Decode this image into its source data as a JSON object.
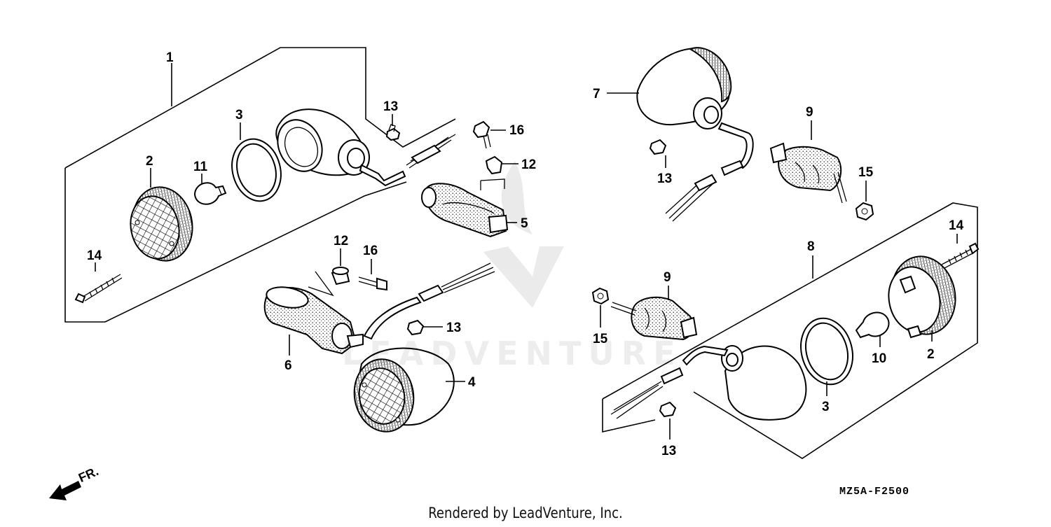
{
  "diagram": {
    "callouts": {
      "c1": "1",
      "c2a": "2",
      "c3a": "3",
      "c11": "11",
      "c14a": "14",
      "c13a": "13",
      "c16a": "16",
      "c12a": "12",
      "c5": "5",
      "c12b": "12",
      "c16b": "16",
      "c13b": "13",
      "c6": "6",
      "c4": "4",
      "c7": "7",
      "c9a": "9",
      "c13c": "13",
      "c15a": "15",
      "c8": "8",
      "c14b": "14",
      "c9b": "9",
      "c15b": "15",
      "c3b": "3",
      "c10": "10",
      "c2b": "2",
      "c13d": "13"
    },
    "diagram_code": "MZ5A-F2500",
    "front_indicator": "FR.",
    "credit": "Rendered by LeadVenture, Inc.",
    "watermark_text": "LEADVENTURE"
  },
  "colors": {
    "ink": "#000000",
    "background": "#ffffff",
    "watermark": "#ededed"
  },
  "icons": {
    "front_arrow": "fr-arrow-icon",
    "watermark_logo": "leadventure-logo-icon"
  }
}
